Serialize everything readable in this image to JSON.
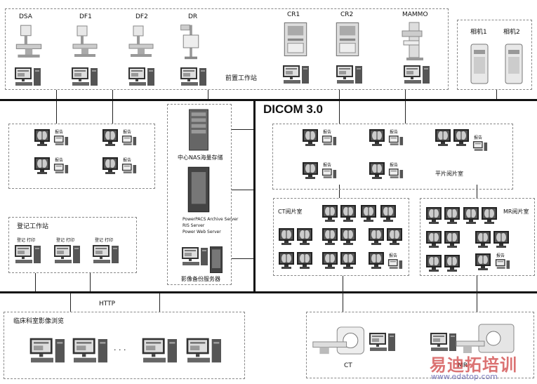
{
  "protocol": "DICOM 3.0",
  "http": "HTTP",
  "ellipsis": "· · ·",
  "watermark": {
    "cn": "易迪拓培训",
    "url": "www.edatop.com"
  },
  "modalities": {
    "dsa": "DSA",
    "df1": "DF1",
    "df2": "DF2",
    "dr": "DR",
    "cr1": "CR1",
    "cr2": "CR2",
    "mammo": "MAMMO",
    "ct": "CT",
    "mr": "MR"
  },
  "cameras": {
    "c1": "相机1",
    "c2": "相机2"
  },
  "groups": {
    "frontend": "前置工作站",
    "nas": "中心NAS海量存储",
    "servers": [
      "PowerPACS Archive Server",
      "RIS Server",
      "Power Web Server"
    ],
    "backup": "影像备份服务器",
    "registration": "登记工作站",
    "ct_reading": "CT阅片室",
    "mr_reading": "MR阅片室",
    "xray_reading": "平片阅片室",
    "clinical": "临床科室影像浏览"
  },
  "small_text": {
    "report": "报告",
    "print": "打印",
    "register": "登记"
  }
}
